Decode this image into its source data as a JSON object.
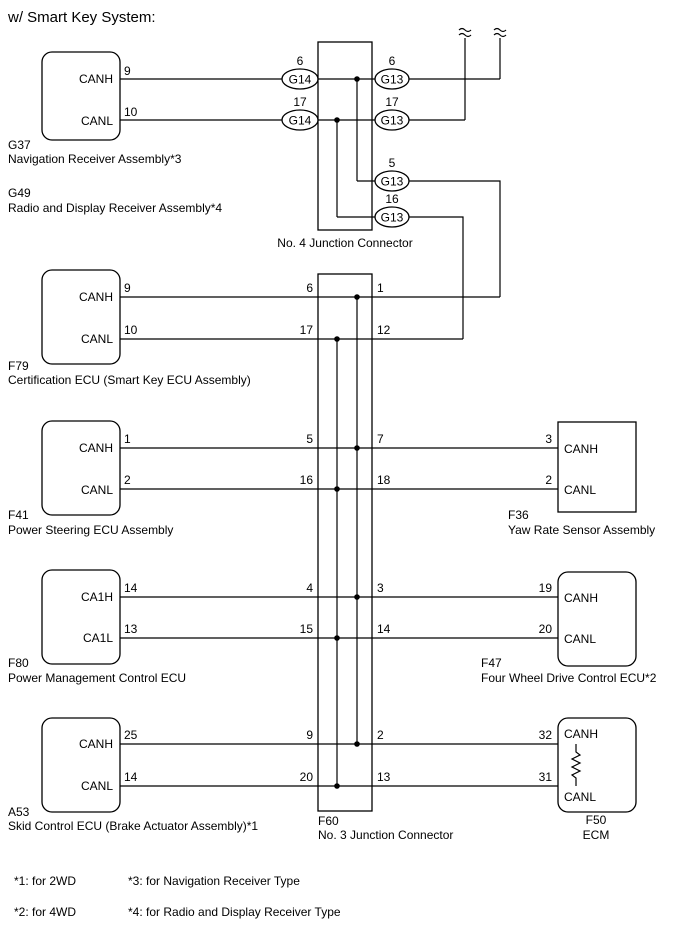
{
  "title": "w/ Smart Key System:",
  "components": {
    "g37": {
      "code": "G37",
      "name": "Navigation Receiver Assembly*3",
      "pin_a": "CANH",
      "pin_b": "CANL",
      "num_a": "9",
      "num_b": "10"
    },
    "g49": {
      "code": "G49",
      "name": "Radio and Display Receiver Assembly*4"
    },
    "f79": {
      "code": "F79",
      "name": "Certification ECU (Smart Key ECU Assembly)",
      "pin_a": "CANH",
      "pin_b": "CANL",
      "num_a": "9",
      "num_b": "10"
    },
    "f41": {
      "code": "F41",
      "name": "Power Steering ECU Assembly",
      "pin_a": "CANH",
      "pin_b": "CANL",
      "num_a": "1",
      "num_b": "2"
    },
    "f80": {
      "code": "F80",
      "name": "Power Management Control ECU",
      "pin_a": "CA1H",
      "pin_b": "CA1L",
      "num_a": "14",
      "num_b": "13"
    },
    "a53": {
      "code": "A53",
      "name": "Skid Control ECU (Brake Actuator Assembly)*1",
      "pin_a": "CANH",
      "pin_b": "CANL",
      "num_a": "25",
      "num_b": "14"
    },
    "f36": {
      "code": "F36",
      "name": "Yaw Rate Sensor Assembly",
      "pin_a": "CANH",
      "pin_b": "CANL",
      "num_a": "3",
      "num_b": "2"
    },
    "f47": {
      "code": "F47",
      "name": "Four Wheel Drive Control ECU*2",
      "pin_a": "CANH",
      "pin_b": "CANL",
      "num_a": "19",
      "num_b": "20"
    },
    "f50": {
      "code": "F50",
      "name": "ECM",
      "pin_a": "CANH",
      "pin_b": "CANL",
      "num_a": "32",
      "num_b": "31"
    }
  },
  "junction4": {
    "name": "No. 4 Junction Connector",
    "left_connector": "G14",
    "right_connector": "G13",
    "left_pins": [
      "6",
      "17"
    ],
    "right_pins": [
      "6",
      "17",
      "5",
      "16"
    ]
  },
  "junction3": {
    "code": "F60",
    "name": "No. 3 Junction Connector",
    "left_pins": [
      "6",
      "17",
      "5",
      "16",
      "4",
      "15",
      "9",
      "20"
    ],
    "right_pins": [
      "1",
      "12",
      "7",
      "18",
      "3",
      "14",
      "2",
      "13"
    ]
  },
  "footnotes": {
    "n1": "*1: for 2WD",
    "n2": "*2: for 4WD",
    "n3": "*3: for Navigation Receiver Type",
    "n4": "*4: for Radio and Display Receiver Type"
  }
}
